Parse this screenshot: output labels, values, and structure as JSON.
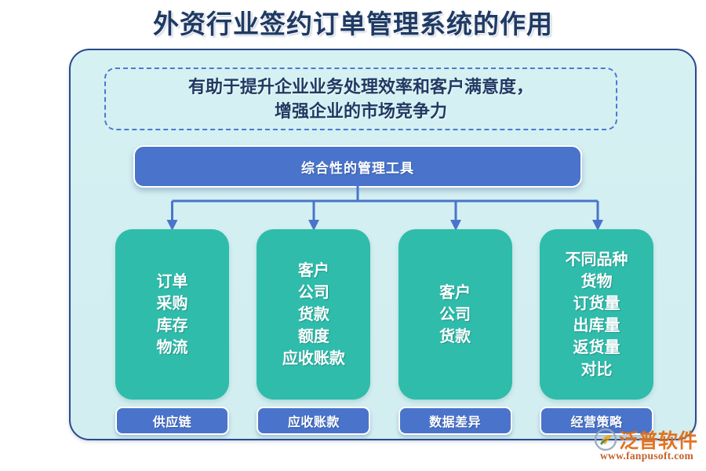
{
  "title": "外资行业签约订单管理系统的作用",
  "statement": {
    "lines": [
      "有助于提升企业业务处理效率和客户满意度，",
      "增强企业的市场竞争力"
    ]
  },
  "root_node": {
    "label": "综合性的管理工具"
  },
  "branches": [
    {
      "card_lines": [
        "订单",
        "采购",
        "库存",
        "物流"
      ],
      "chip_label": "供应链"
    },
    {
      "card_lines": [
        "客户",
        "公司",
        "货款",
        "额度",
        "应收账款"
      ],
      "chip_label": "应收账款"
    },
    {
      "card_lines": [
        "客户",
        "公司",
        "货款"
      ],
      "chip_label": "数据差异"
    },
    {
      "card_lines": [
        "不同品种",
        "货物",
        "订货量",
        "出库量",
        "返货量",
        "对比"
      ],
      "chip_label": "经营策略"
    }
  ],
  "watermark": {
    "brand": "泛普软件",
    "url": "www.fanpusoft.com"
  },
  "colors": {
    "title_text": "#1f3a63",
    "panel_border": "#2b4a8b",
    "panel_fill": "#d3eff1",
    "dashed_border": "#4a7ad1",
    "node_blue": "#4a74cb",
    "card_teal": "#2fbcab",
    "connector": "#4a74cb",
    "watermark_orange": "#e06a10"
  }
}
